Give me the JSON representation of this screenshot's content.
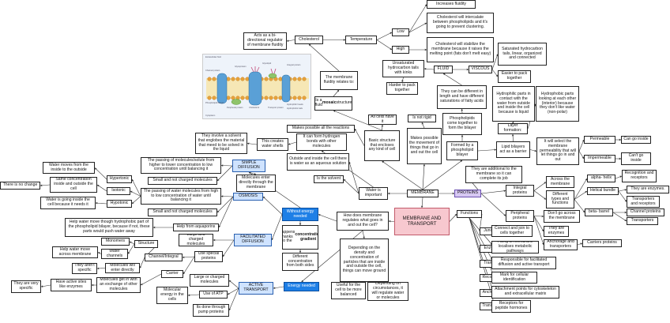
{
  "colors": {
    "blue": "#1e7fe6",
    "light_blue": "#cfe3ff",
    "lavender": "#d7c8f3",
    "pink": "#f7c8cf",
    "lines": "#333333"
  },
  "figure": {
    "labels": [
      "Extracellular fluid",
      "Channel protein",
      "Glycoprotein",
      "Glycolipid",
      "Integral protein",
      "Phospholipid bilayer",
      "Peripheral protein",
      "Cholesterol",
      "Hydrophilic heads",
      "Hydrophobic tails",
      "Transport protein",
      "Cytoplasm"
    ]
  },
  "nodes": {
    "increases_fluidity": "Increases fluidity",
    "cholesterol_intercalate": "Cholesterol will intercalate between phospholipids and it's going to prevent clustering.",
    "low": "Low",
    "high": "High",
    "temperature": "Temperature",
    "cholesterol": "Cholesterol",
    "bidirectional": "Acts as a bi-directional regulator of membrane fluidity",
    "stabilize": "Cholesterol will stabilize the membrane because it raises the melting point (fats don't melt easy)",
    "saturated": "Saturated hydrocarbon tails, linear, organized and connected",
    "viscous": "VISCOUS",
    "fluid": "FLUID",
    "unsaturated": "Unsaturated hydrocarbon tails with kinks",
    "easier_pack": "Easier to pack together",
    "harder_pack": "Harder to pack together",
    "fluidity_relates": "The membrane fluidity relates to:",
    "different_length": "They can be different in length and have different saturations of fatty acids",
    "hydrophilic": "Hydrophilic parts in contact with the water from outside and inside the cell because is liquid",
    "hydrophobic": "Hydrophobic parts looking at each other (interior) because they don't like water (non-polar)",
    "fluid_mosaic": "Is a fluid mosaic structure",
    "all_cells": "All cells have it",
    "not_rigid": "Is not rigid",
    "phospholipids_together": "Phospholipids come together to form the bilayer",
    "layer_formation": "Layer formation:",
    "reactions": "Makes possible all the reactions",
    "basic_structure": "Basic structure that encloses any kind of cell",
    "makes_possible": "Makes possible the movement of things that go in and out the cell",
    "formed_by": "Formed by a phospholipid bilayer",
    "lipid_bilayers": "Lipid bilayers act as a barrier",
    "will_select": "It will select the membrane permeability that will let things go in and out",
    "permeable": "Permeable",
    "go_inside": "Can go inside",
    "impermeable": "Impermeable",
    "cant_go": "Can't go inside",
    "involve_solvent": "They involve a solvent that englobes the material that meed to be solved in the liquid",
    "water_shells": "This creates water shells",
    "hydrogen_bonds": "It can form hydrogen bonds with other molecules",
    "outside_inside": "Outside and inside the cell there is water as an aqueous solution",
    "is_solvent": "Is the solvent",
    "water_important": "Water is important",
    "membrane": "MEMBRANE",
    "proteins": "PROTEINS",
    "additional": "They are additional to the membrane so it can complete its job",
    "integral": "Integral proteins",
    "across": "Across the membrane",
    "different_types": "Different types and functions",
    "alpha_helix": "alpha- helix",
    "recognition_receptors": "Recognition and receptors",
    "helical_bundle": "Helical bundle",
    "are_enzymes": "They are enzymes.",
    "transporters_receptors": "Transporters and receptors",
    "beta_barrel": "beta- barrel",
    "channel_proteins": "Channel proteins",
    "transporters": "Transporters",
    "peripheral": "Peripheral proteins",
    "dont_go_across": "Don't go across the membrane",
    "they_are_enzymes2": "They are enzymes",
    "anchorage_transporters": "Anchorage and transporters",
    "carriers_proteins": "Carriers proteins",
    "simple_diffusion": "SIMPLE DIFFUSION",
    "passing_solute": "The passing of molecules/solute from higher to lower concentration to low concentration until balancing it",
    "small_not_charged1": "Small and not charged molecules",
    "enter_directly": "Molecules enter directly through the membrane",
    "osmosis": "OSMOSIS",
    "passing_water": "The passing of water molecules from high to low concentration of water until balancing it",
    "small_not_charged2": "Small and not charged molecules",
    "water_moves": "Water moves from the inside to the outside",
    "hypertonic": "Hypertonic",
    "same_concentration": "Same concentration inside and outside the cell",
    "isotonic": "Isotonic",
    "no_change": "There is no change",
    "water_going_inside": "Water is going inside the cell because it needs it",
    "hypotonic": "Hypotonic",
    "without_energy": "Without energy needed",
    "concentration_gradient": "Happens thanks to the concentration gradient",
    "different_concentrations": "Different concentration from both sides",
    "how_regulate": "How does membrane regulates what goes in and out the cell?",
    "membrane_transport": "MEMBRANE AND TRANSPORT",
    "depending_density": "Depending on the density and concentration of particles that are inside and outside the cell, things can move ground",
    "help_aquaporins": "Help from aquaporins",
    "help_water": "Help water move though hydrophobic part of the phospholipid bilayer, because if not, these parts would push water away",
    "facilitated": "FACILITATED DIFFUSION",
    "large_charged1": "Large and charged molecules",
    "monomers": "Monomers",
    "structure": "Structure",
    "help_water_move": "Help water move across membrane",
    "water_channels": "Water channels",
    "channel_integral": "Channel/Integral",
    "use_special": "Use special proteins",
    "not_specific": "They aren't specific",
    "enter_directly2": "Molecules will enter directly",
    "carrier": "Carrier",
    "active_sites": "Have active sites like enzymes",
    "very_specific": "They are very specific",
    "get_in_exchange": "Molecules get in with an exchange of other molecules",
    "large_charged2": "Large or charged molecules",
    "use_atp": "Use of ATP",
    "active_transport": "ACTIVE TRANSPORT",
    "energy_needed": "Energy needed",
    "molecular_energy": "Molecular energy in the cells",
    "pump_proteins": "Its done through pump proteins",
    "useful_balanced": "Useful for the cell to be more balanced",
    "depending_circumstances": "Depending on circumstances, it will regulate water or molecules",
    "functions": "Functions",
    "junctions": "Junctions",
    "connect_join": "Connect and join to cells together",
    "enzymes_fn": "Enzymes",
    "fixing": "Fixing to membrane localises metabolic pathways",
    "transport_fn": "Transport",
    "responsible": "Responsible for facilitated diffusion and active transport",
    "recognition_fn": "Recognition",
    "mark_identification": "Mark for cellular identification",
    "anchorage_fn": "Anchorage",
    "attachment_points": "Attachment points for cytoskeleton and extracellular matrix",
    "transduction_fn": "Transduction",
    "receptors_peptide": "Receptors for peptide hormones"
  }
}
